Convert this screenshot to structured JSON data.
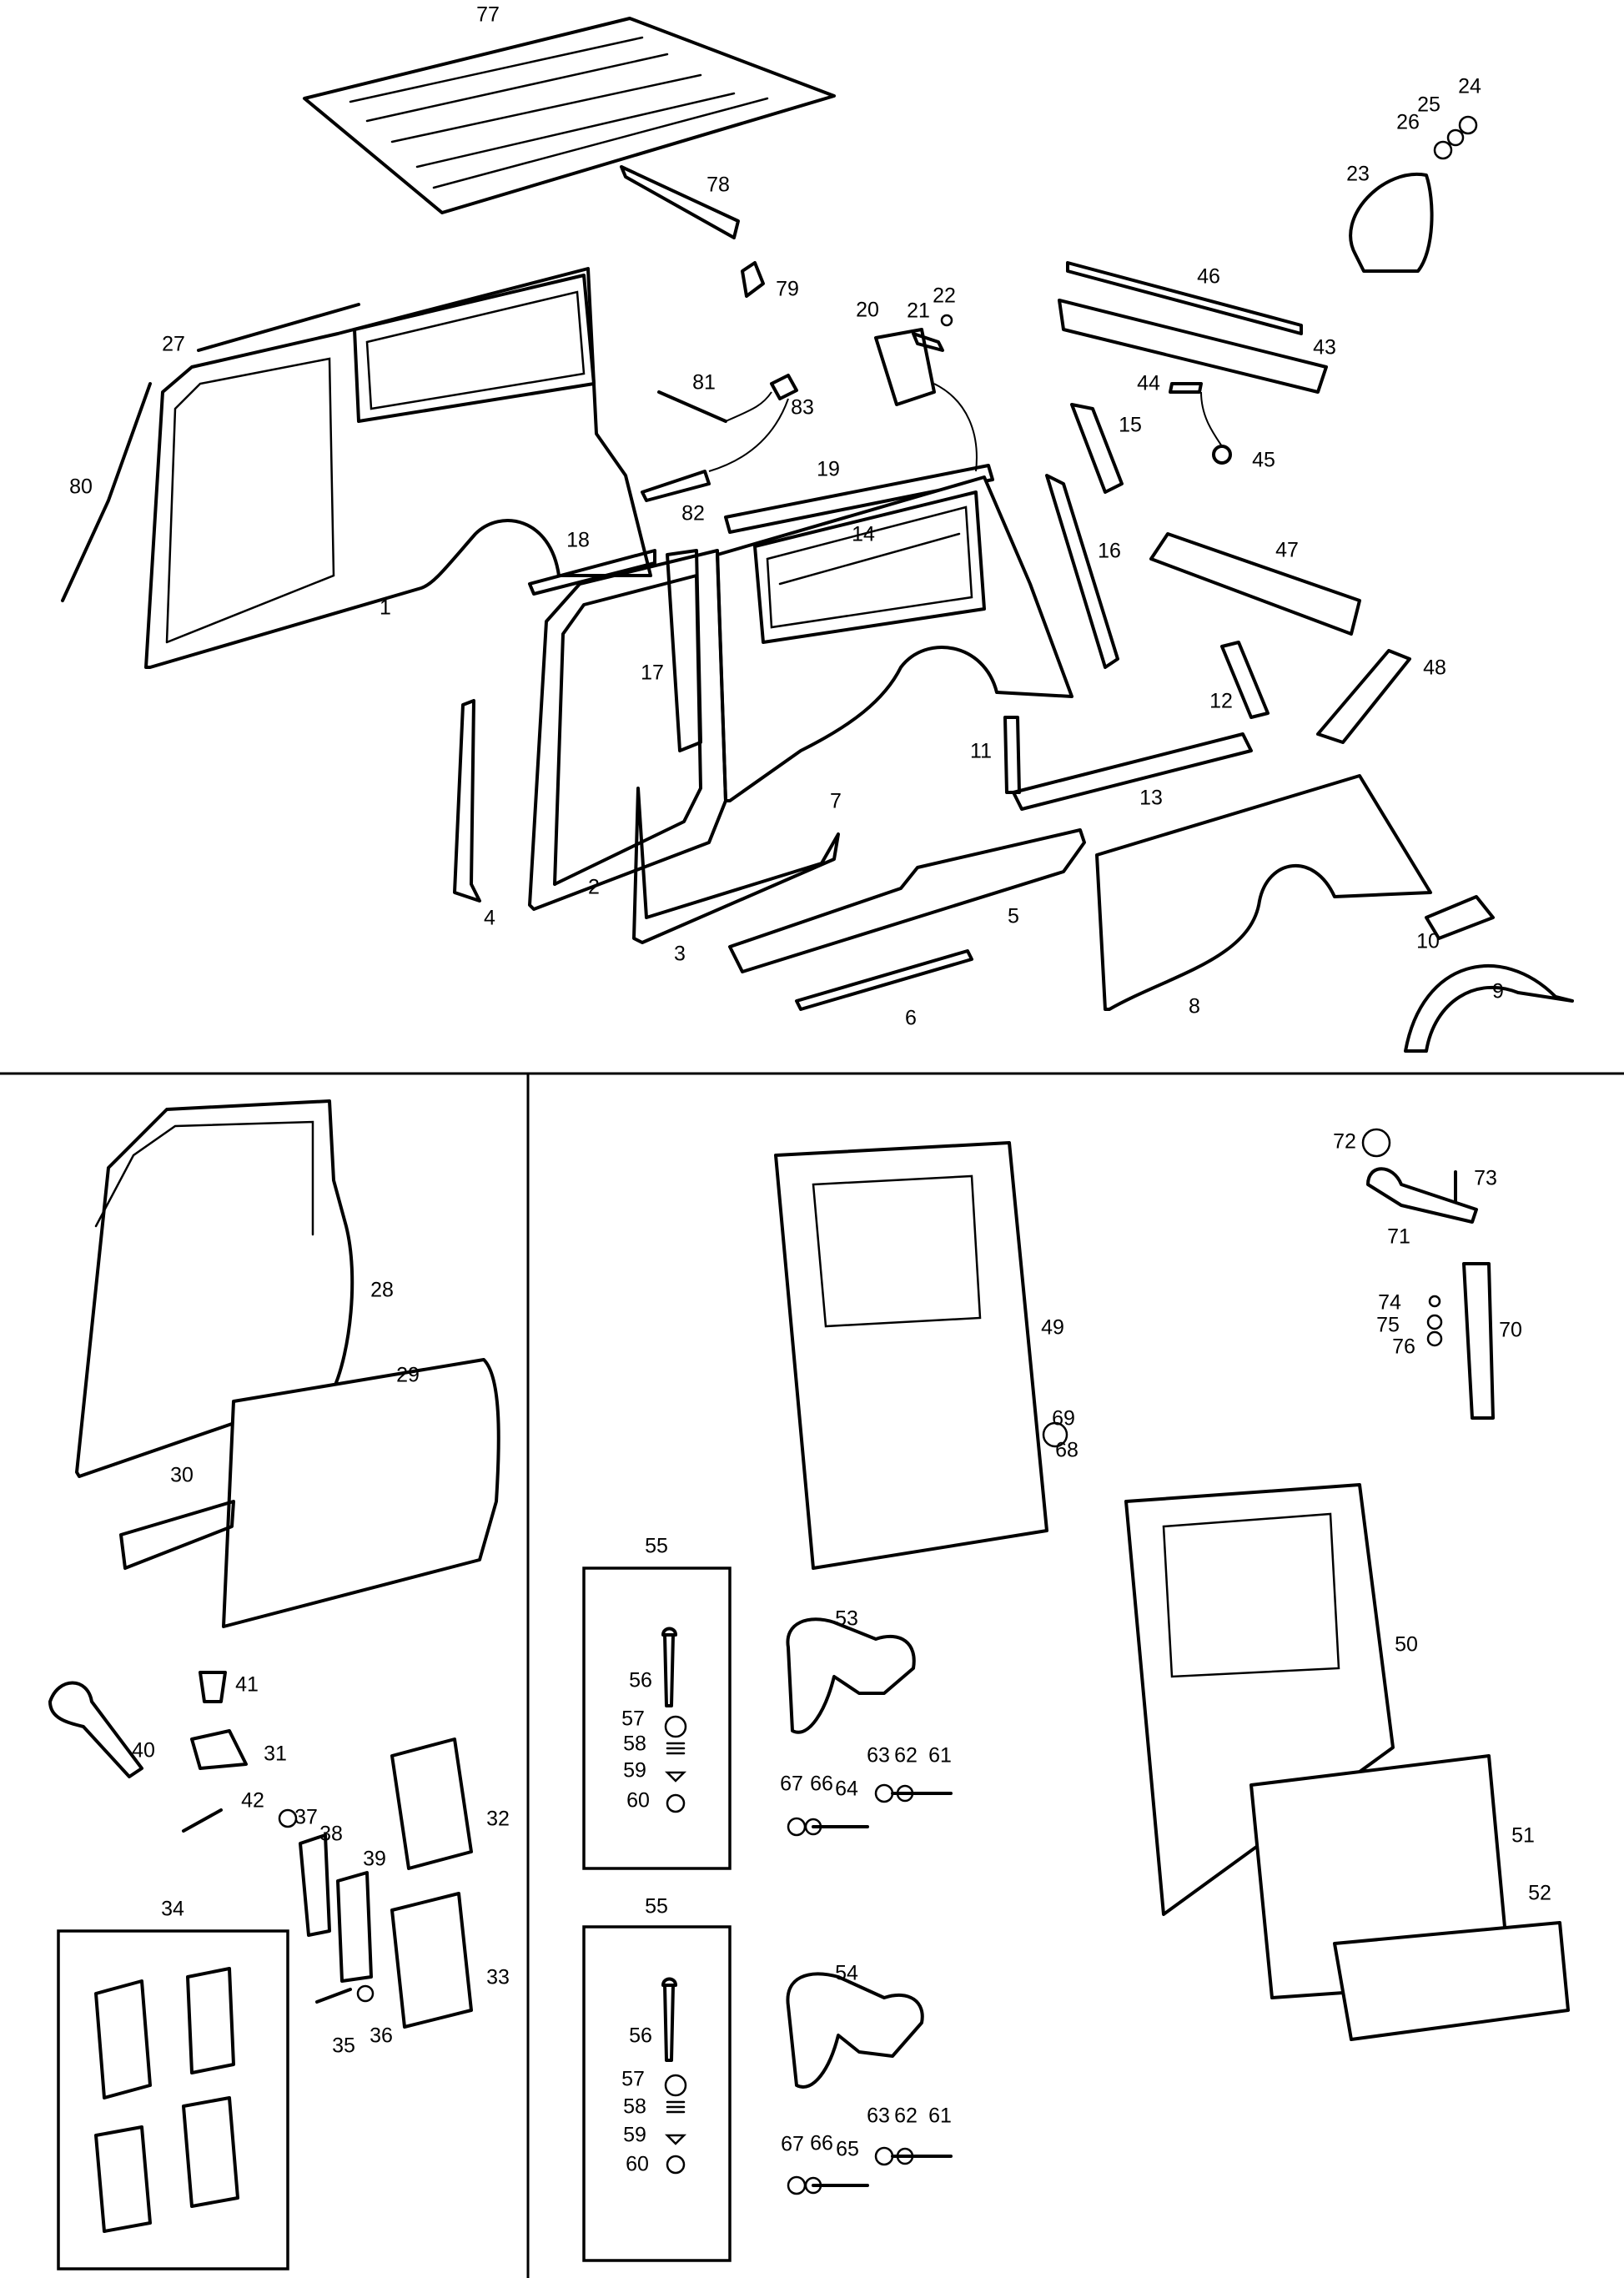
{
  "diagram": {
    "callouts": [
      "1",
      "2",
      "3",
      "4",
      "5",
      "6",
      "7",
      "8",
      "9",
      "10",
      "11",
      "12",
      "13",
      "14",
      "15",
      "16",
      "17",
      "18",
      "19",
      "20",
      "21",
      "22",
      "23",
      "24",
      "25",
      "26",
      "27",
      "28",
      "29",
      "30",
      "31",
      "32",
      "33",
      "34",
      "35",
      "36",
      "37",
      "38",
      "39",
      "40",
      "41",
      "42",
      "43",
      "44",
      "45",
      "46",
      "47",
      "48",
      "49",
      "50",
      "51",
      "52",
      "53",
      "54",
      "55",
      "55",
      "56",
      "56",
      "57",
      "57",
      "58",
      "58",
      "59",
      "59",
      "60",
      "60",
      "61",
      "61",
      "62",
      "62",
      "63",
      "63",
      "64",
      "65",
      "66",
      "66",
      "67",
      "67",
      "68",
      "69",
      "70",
      "71",
      "72",
      "73",
      "74",
      "75",
      "76",
      "77",
      "78",
      "79",
      "80",
      "81",
      "82",
      "83"
    ]
  }
}
